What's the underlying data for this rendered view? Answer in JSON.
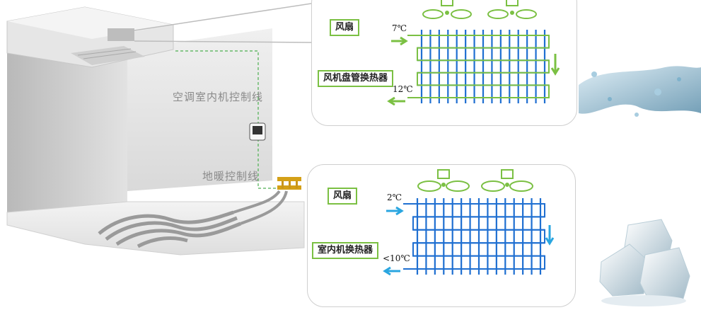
{
  "room": {
    "ac_control_line_label": "空调室内机控制线",
    "floor_heating_control_line_label": "地暖控制线"
  },
  "panel_top": {
    "fan_label": "风扇",
    "exchanger_label": "风机盘管换热器",
    "inlet_temp": "7℃",
    "outlet_temp": "12℃",
    "grid_color": "#1f6fd1",
    "accent_color": "#7bc043"
  },
  "panel_bottom": {
    "fan_label": "风扇",
    "exchanger_label": "室内机换热器",
    "inlet_temp": "2℃",
    "outlet_temp": "<10℃",
    "grid_color": "#1f6fd1",
    "accent_color": "#7bc043",
    "arrow_color": "#2aa6e0"
  },
  "imagery": {
    "top_right": "water-splash",
    "bottom_right": "ice-cubes"
  }
}
